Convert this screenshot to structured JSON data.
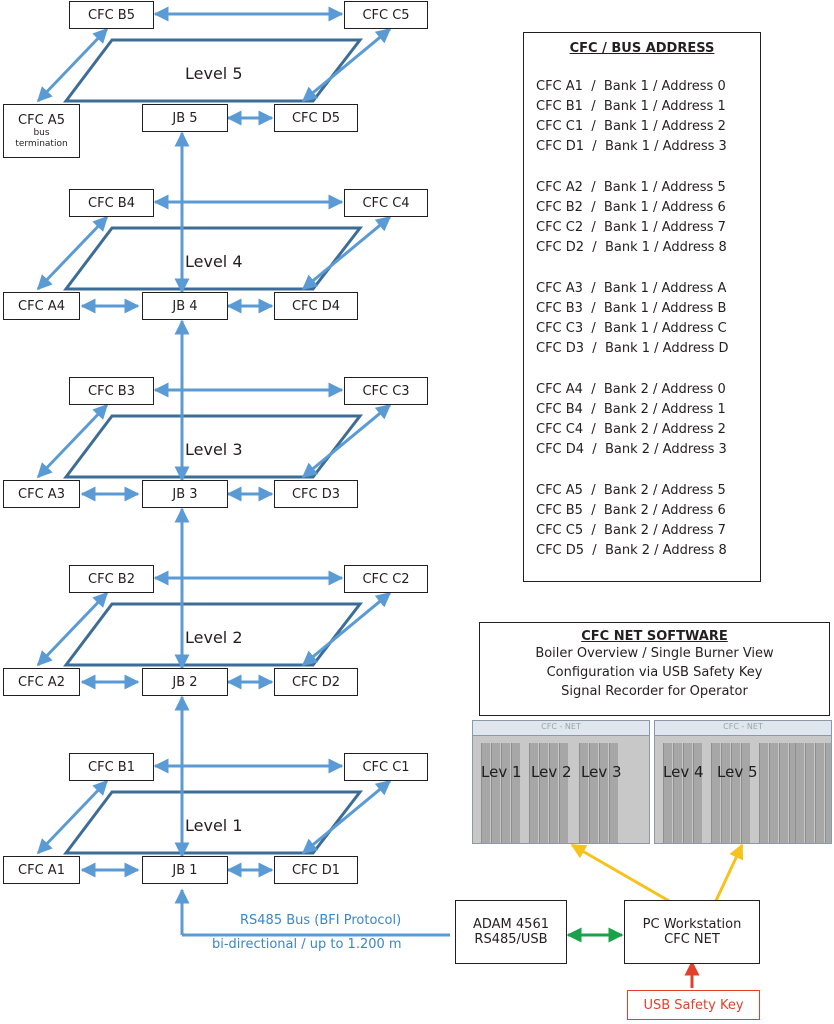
{
  "levels": [
    {
      "label": "Level 5",
      "b": "CFC B5",
      "c": "CFC C5",
      "a": "CFC A5",
      "a_note": [
        "bus",
        "termination"
      ],
      "jb": "JB 5",
      "d": "CFC D5"
    },
    {
      "label": "Level 4",
      "b": "CFC B4",
      "c": "CFC C4",
      "a": "CFC A4",
      "jb": "JB 4",
      "d": "CFC D4"
    },
    {
      "label": "Level 3",
      "b": "CFC B3",
      "c": "CFC C3",
      "a": "CFC A3",
      "jb": "JB 3",
      "d": "CFC D3"
    },
    {
      "label": "Level 2",
      "b": "CFC B2",
      "c": "CFC C2",
      "a": "CFC A2",
      "jb": "JB 2",
      "d": "CFC D2"
    },
    {
      "label": "Level 1",
      "b": "CFC B1",
      "c": "CFC C1",
      "a": "CFC A1",
      "jb": "JB 1",
      "d": "CFC D1"
    }
  ],
  "address_table": {
    "header": "CFC    /   BUS ADDRESS",
    "groups": [
      [
        "CFC A1  /  Bank 1 / Address 0",
        "CFC B1  /  Bank 1 / Address 1",
        "CFC C1  /  Bank 1 / Address 2",
        "CFC D1  /  Bank 1 / Address 3"
      ],
      [
        "CFC A2  /  Bank 1 / Address 5",
        "CFC B2  /  Bank 1 / Address 6",
        "CFC C2  /  Bank 1 / Address 7",
        "CFC D2  /  Bank 1 / Address 8"
      ],
      [
        "CFC A3  /  Bank 1 / Address A",
        "CFC B3  /  Bank 1 / Address B",
        "CFC C3  /  Bank 1 / Address C",
        "CFC D3  /  Bank 1 / Address D"
      ],
      [
        "CFC A4  /  Bank 2 / Address 0",
        "CFC B4  /  Bank 2 / Address 1",
        "CFC C4  /  Bank 2 / Address 2",
        "CFC D4  /  Bank 2 / Address 3"
      ],
      [
        "CFC A5  /  Bank 2 / Address 5",
        "CFC B5  /  Bank 2 / Address 6",
        "CFC C5  /  Bank 2 / Address 7",
        "CFC D5  /  Bank 2 / Address 8"
      ]
    ]
  },
  "software": {
    "title": "CFC NET SOFTWARE",
    "lines": [
      "Boiler Overview / Single Burner View",
      "Configuration via USB Safety Key",
      "Signal Recorder for Operator"
    ],
    "screen1": {
      "title": "CFC - NET",
      "labels": [
        "Lev 1",
        "Lev 2",
        "Lev 3"
      ]
    },
    "screen2": {
      "title": "CFC - NET",
      "labels": [
        "Lev 4",
        "Lev 5"
      ]
    }
  },
  "bus": {
    "line1": "RS485 Bus (BFI Protocol)",
    "line2": "bi-directional / up to 1.200 m"
  },
  "adam": {
    "line1": "ADAM 4561",
    "line2": "RS485/USB"
  },
  "pc": {
    "line1": "PC Workstation",
    "line2": "CFC NET"
  },
  "usb_key": "USB Safety Key",
  "colors": {
    "bus_blue": "#5b9bd5",
    "plate": "#3d6d96",
    "green": "#1aa24a",
    "yellow": "#f7c21c",
    "red": "#e0412c"
  }
}
